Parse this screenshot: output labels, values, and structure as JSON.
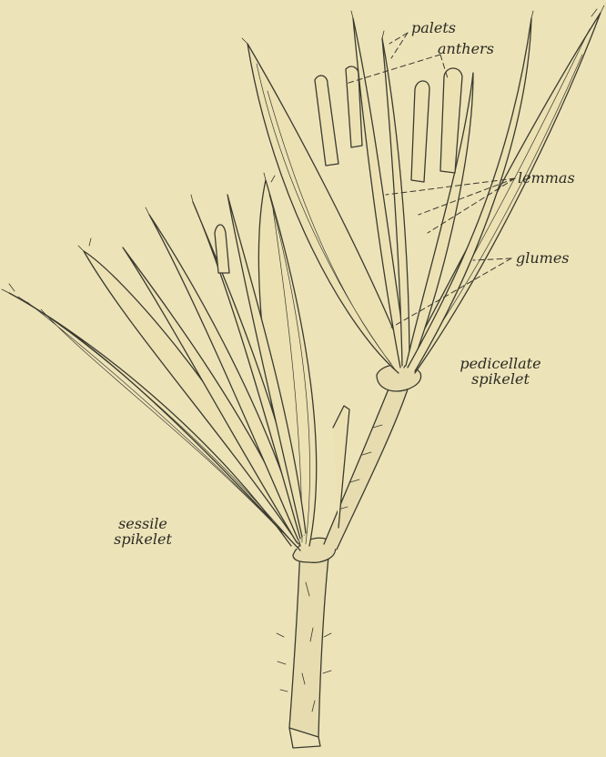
{
  "labels": {
    "palets": "palets",
    "anthers": "anthers",
    "lemmas": "lemmas",
    "glumes": "glumes",
    "pedicellate_line1": "pedicellate",
    "pedicellate_line2": "spikelet",
    "sessile_line1": "sessile",
    "sessile_line2": "spikelet"
  },
  "colors": {
    "background": "#ede3b8",
    "ink": "#2a2a22"
  }
}
